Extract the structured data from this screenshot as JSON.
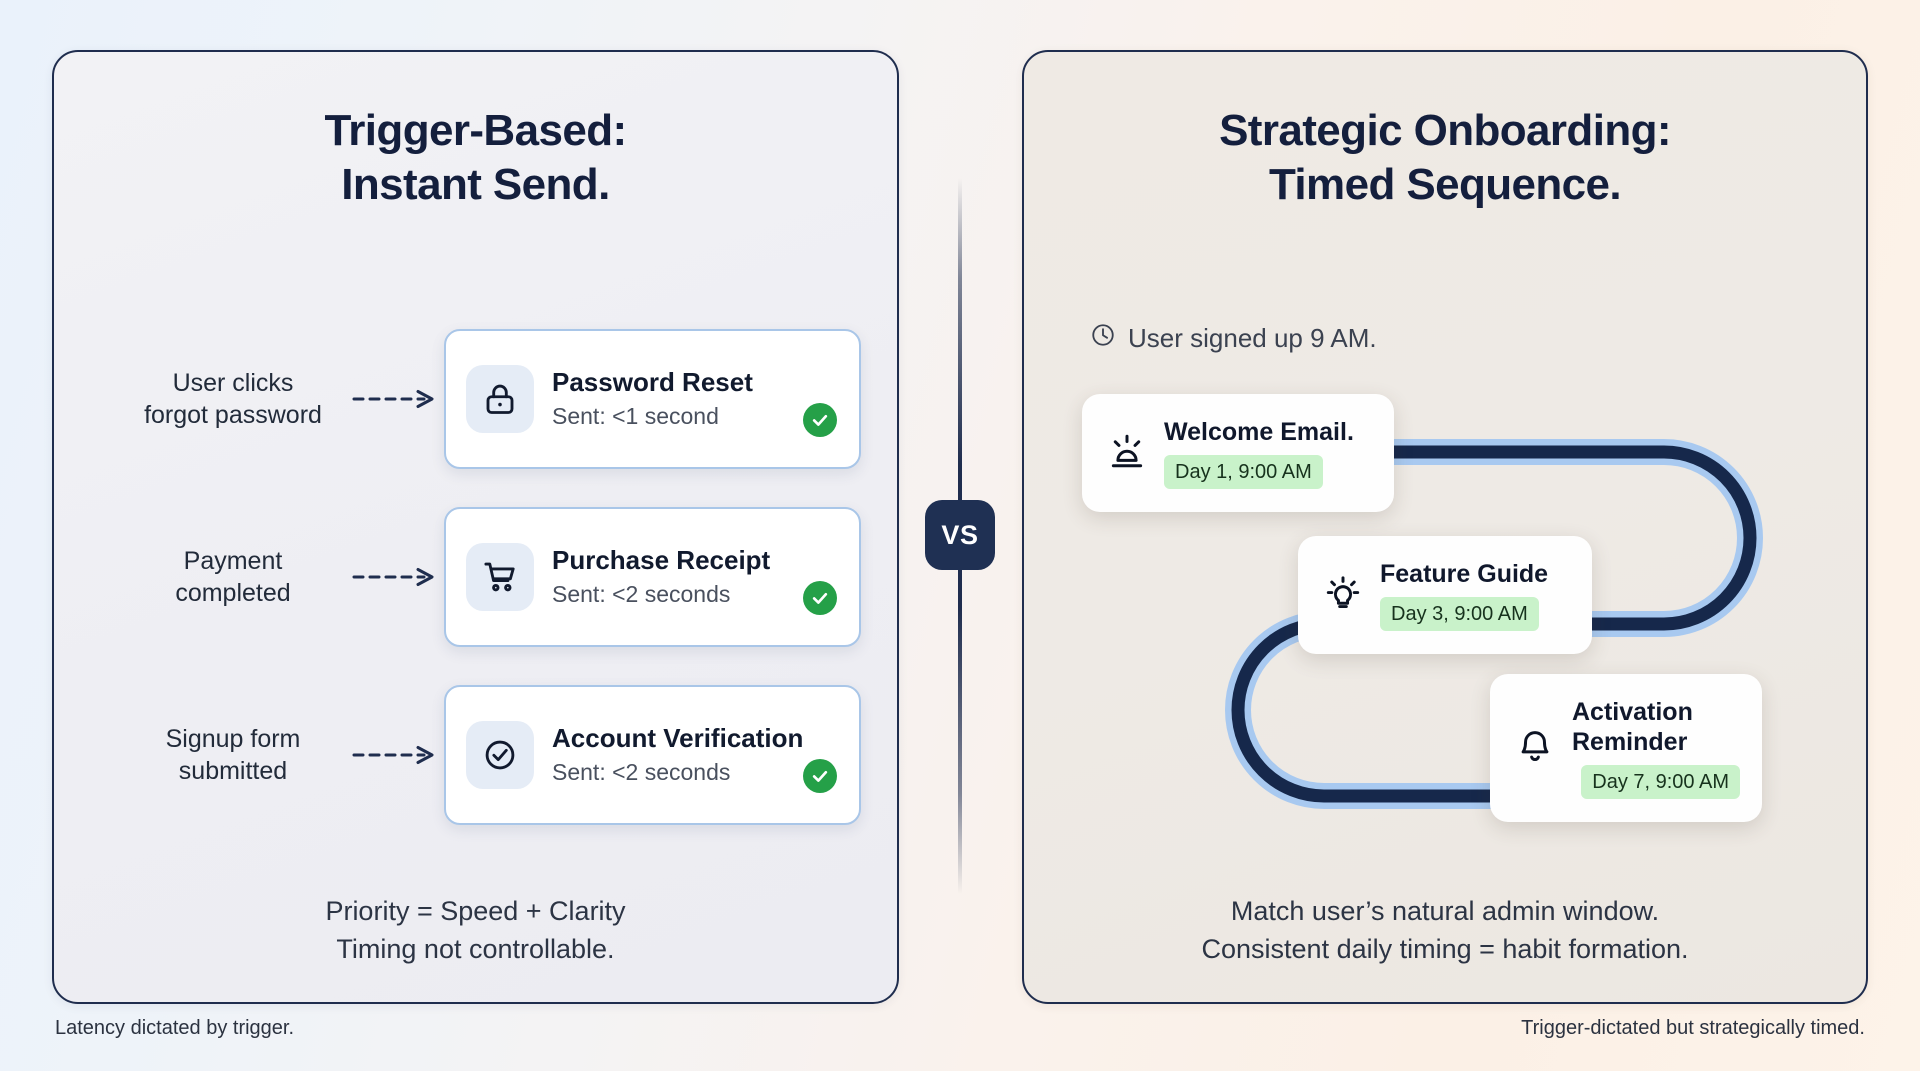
{
  "theme": {
    "navy": "#1f2d4e",
    "title_navy": "#141f3d",
    "card_border_blue": "#a9c6e8",
    "icon_tile_blue": "#e5ecf6",
    "check_green": "#25a048",
    "badge_green_bg": "#c9f2ca",
    "path_dark": "#16284b",
    "path_light": "#a8c9f0",
    "left_panel_bg": "#f0f0f4",
    "right_panel_bg": "#eeeae4"
  },
  "divider": {
    "badge_label": "VS",
    "badge_icon": "vs-badge"
  },
  "left_panel": {
    "title_line_1": "Trigger-Based:",
    "title_line_2": "Instant Send.",
    "triggers": [
      {
        "label_line_1": "User clicks",
        "label_line_2": "forgot password",
        "icon": "lock-icon",
        "title": "Password Reset",
        "subtitle": "Sent: <1 second",
        "status_icon": "check-circle-icon"
      },
      {
        "label_line_1": "Payment",
        "label_line_2": "completed",
        "icon": "shopping-cart-icon",
        "title": "Purchase Receipt",
        "subtitle": "Sent: <2 seconds",
        "status_icon": "check-circle-icon"
      },
      {
        "label_line_1": "Signup form",
        "label_line_2": "submitted",
        "icon": "check-circle-outline-icon",
        "title": "Account Verification",
        "subtitle": "Sent: <2 seconds",
        "status_icon": "check-circle-icon"
      }
    ],
    "summary_line_1": "Priority = Speed + Clarity",
    "summary_line_2": "Timing not controllable.",
    "footer": "Latency dictated by trigger."
  },
  "right_panel": {
    "title_line_1": "Strategic Onboarding:",
    "title_line_2": "Timed Sequence.",
    "signup_meta": {
      "icon": "clock-icon",
      "text": "User signed up 9 AM."
    },
    "sequence": [
      {
        "icon": "alert-lamp-icon",
        "title": "Welcome Email.",
        "schedule": "Day 1, 9:00 AM"
      },
      {
        "icon": "lightbulb-icon",
        "title": "Feature Guide",
        "schedule": "Day 3, 9:00 AM"
      },
      {
        "icon": "bell-icon",
        "title_line_1": "Activation",
        "title_line_2": "Reminder",
        "schedule": "Day 7, 9:00 AM"
      }
    ],
    "summary_line_1": "Match user’s natural admin window.",
    "summary_line_2": "Consistent daily timing = habit formation.",
    "footer": "Trigger-dictated but strategically timed."
  }
}
